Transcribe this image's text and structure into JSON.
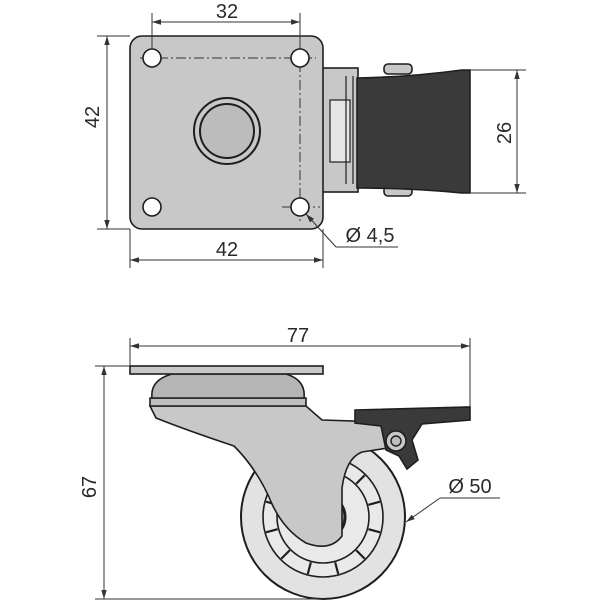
{
  "top_view": {
    "dim_hole_spacing": "32",
    "dim_plate_height": "42",
    "dim_plate_width": "42",
    "dim_wheel_width": "26",
    "dim_hole_diameter": "Ø 4,5"
  },
  "side_view": {
    "dim_overall_length": "77",
    "dim_overall_height": "67",
    "dim_wheel_diameter": "Ø 50"
  },
  "colors": {
    "plate": "#c8c8c8",
    "dark_part": "#3a3a3a",
    "wheel": "#e2e2e2",
    "line": "#1e1e1e"
  }
}
